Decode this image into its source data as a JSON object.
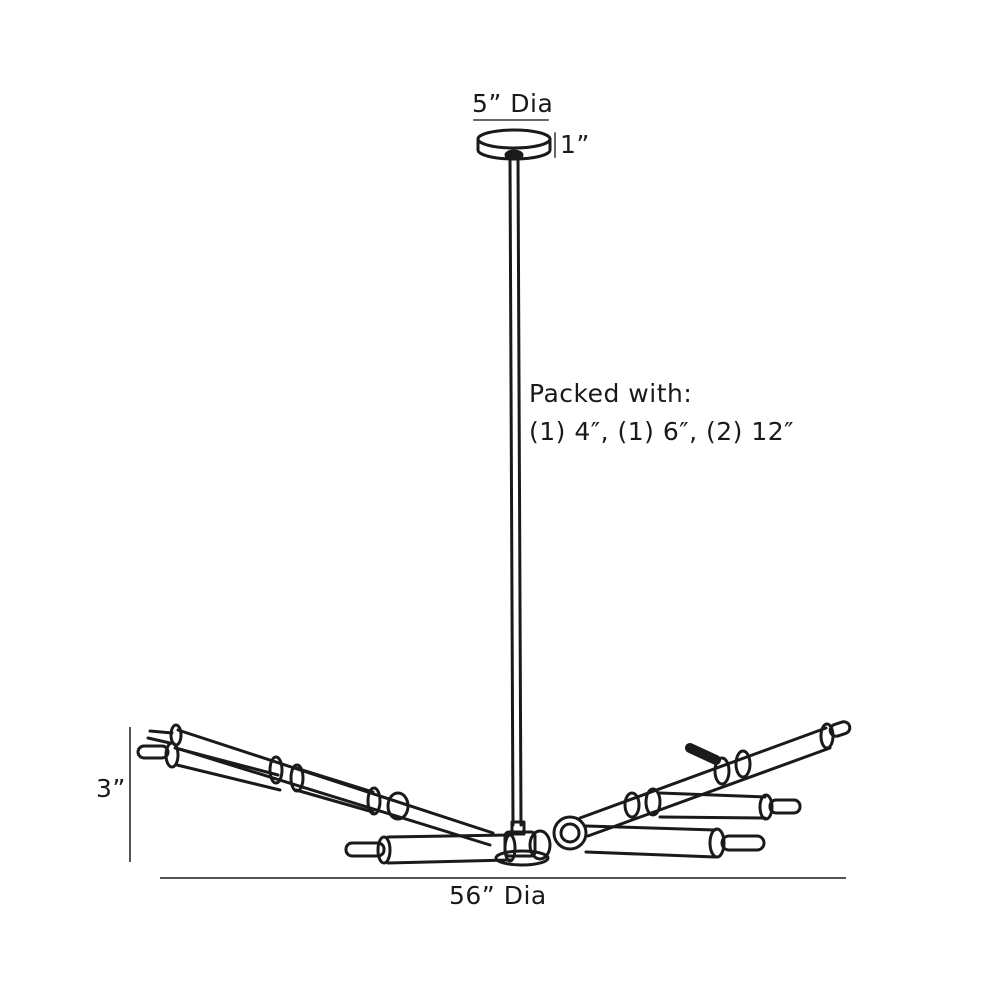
{
  "diagram": {
    "subject": "chandelier-dimension-drawing",
    "canopy": {
      "diameter_label": "5” Dia",
      "height_label": "1”"
    },
    "downrod_note": {
      "line1": "Packed with:",
      "line2": "(1) 4″, (1) 6″, (2) 12″"
    },
    "fixture": {
      "height_label": "3”",
      "diameter_label": "56” Dia"
    },
    "colors": {
      "line": "#1a1a1a",
      "dimension_line": "#555555",
      "background": "#ffffff"
    }
  }
}
